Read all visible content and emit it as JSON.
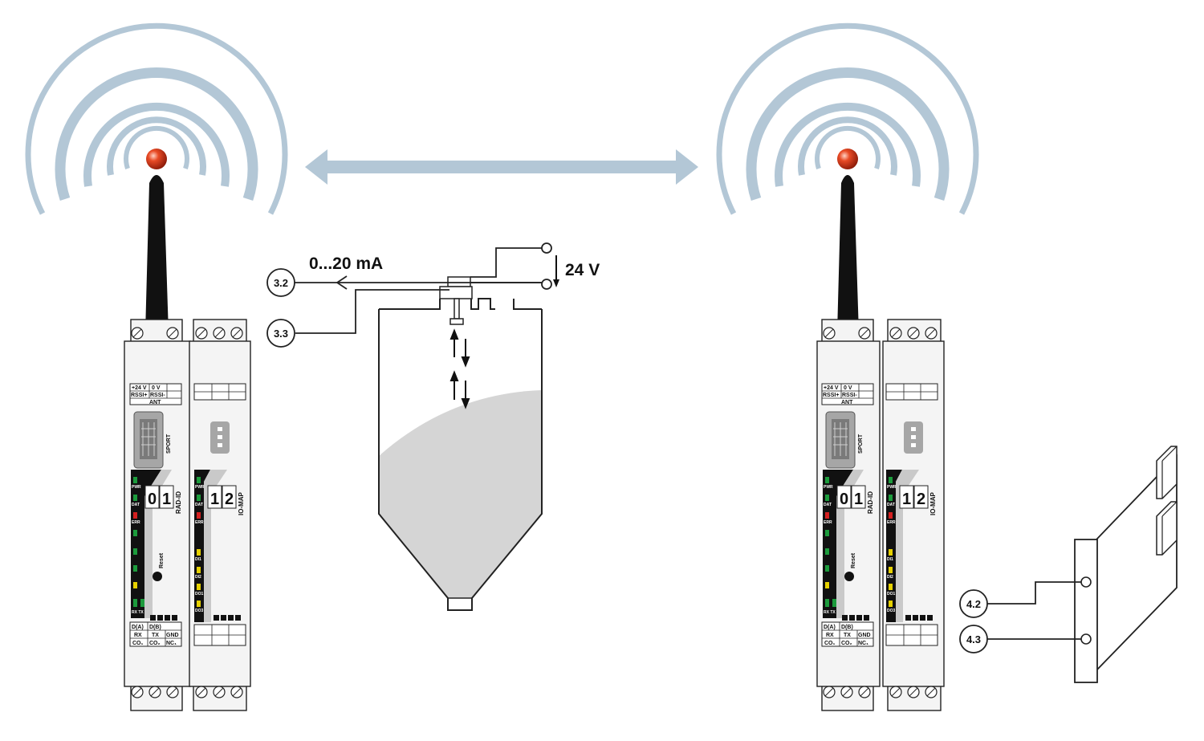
{
  "wireless_link": {
    "accent_color": "#b3c7d6",
    "antenna_tip_color": "#d83a1a"
  },
  "sensor": {
    "current_signal_label": "0...20 mA",
    "supply_voltage_label": "24 V",
    "terminal_signal": "3.2",
    "terminal_supply": "3.3"
  },
  "output_card": {
    "terminal_a": "4.2",
    "terminal_b": "4.3"
  },
  "radio_module": {
    "terminal_row_1": [
      "+24 V",
      "0 V"
    ],
    "terminal_row_2": [
      "RSSI+",
      "RSSI-"
    ],
    "terminal_row_3": "ANT",
    "port_label": "SPORT",
    "dial_1": "0",
    "dial_2": "1",
    "dial_label": "RAD-ID",
    "leds": [
      "PWR",
      "DAT",
      "ERR"
    ],
    "reset_label": "Reset",
    "rxtx_label": "RX TX",
    "bottom_row_1": [
      "D(A)",
      "D(B)"
    ],
    "bottom_row_2": [
      "RX",
      "TX",
      "GND"
    ],
    "bottom_row_3": [
      "CO₁",
      "CO₂",
      "NC₁"
    ]
  },
  "io_module": {
    "dial_1": "1",
    "dial_2": "2",
    "dial_label": "IO-MAP",
    "leds": [
      "PWR",
      "DAT",
      "ERR"
    ],
    "io_leds": [
      "DI1",
      "DI2",
      "DO1",
      "DO3"
    ]
  }
}
